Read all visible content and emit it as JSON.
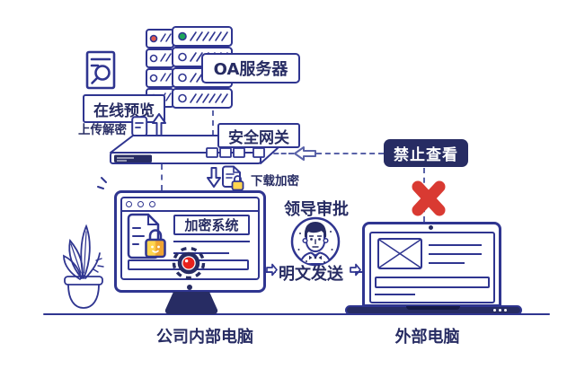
{
  "colors": {
    "line_navy": "#2f3590",
    "dark_navy": "#272c63",
    "dash_blue": "#5a63a8",
    "red": "#d93a32",
    "record_red": "#e8211c",
    "server_red_dot": "#e0584e",
    "server_green_dot": "#1ca55b",
    "lock_yellow": "#ffd54f",
    "lock_orange": "#f0a431",
    "background": "#ffffff"
  },
  "labels": {
    "oa_server": "OA服务器",
    "online_preview": "在线预览",
    "upload_decrypt": "上传解密",
    "security_gateway": "安全网关",
    "download_encrypt": "下载加密",
    "encryption_system": "加密系统",
    "leader_approval": "领导审批",
    "plaintext_send": "明文发送",
    "forbidden_view": "禁止查看",
    "internal_computer": "公司内部电脑",
    "external_computer": "外部电脑"
  },
  "icons": {
    "online_preview_icon": "document-search-icon",
    "upload_doc_icon": "document-icon",
    "up_arrow_icon": "arrow-up-outline-icon",
    "down_arrow_icon": "arrow-down-outline-icon",
    "download_doc_icon": "document-lock-icon",
    "screen_doc_icon": "document-padlock-icon",
    "record_button_icon": "red-record-target-icon",
    "leader_avatar_icon": "male-portrait-icon",
    "send_arrow_icon": "arrow-right-outline-icon",
    "block_arrow_icon": "arrow-left-outline-icon",
    "cross_icon": "red-x-mark-icon",
    "envelope_icon": "envelope-icon",
    "server_rack_icon": "server-stack",
    "gateway_device_icon": "network-gateway-appliance",
    "plant_icon": "potted-plant",
    "monitor_icon": "desktop-monitor",
    "laptop_icon": "laptop-computer"
  }
}
